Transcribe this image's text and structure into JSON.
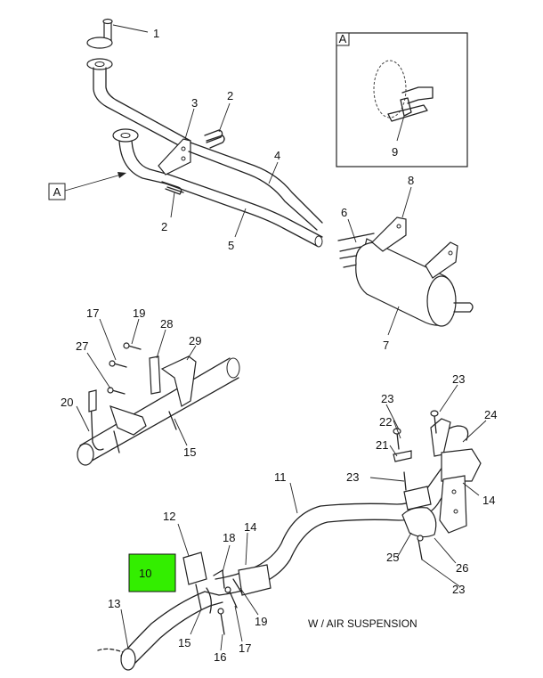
{
  "callouts": [
    {
      "id": "c1",
      "text": "1"
    },
    {
      "id": "c2a",
      "text": "2"
    },
    {
      "id": "c2b",
      "text": "2"
    },
    {
      "id": "c3",
      "text": "3"
    },
    {
      "id": "c4",
      "text": "4"
    },
    {
      "id": "c5",
      "text": "5"
    },
    {
      "id": "c6",
      "text": "6"
    },
    {
      "id": "c7",
      "text": "7"
    },
    {
      "id": "c8",
      "text": "8"
    },
    {
      "id": "c9",
      "text": "9"
    },
    {
      "id": "c10",
      "text": "10"
    },
    {
      "id": "c11",
      "text": "11"
    },
    {
      "id": "c12",
      "text": "12"
    },
    {
      "id": "c13",
      "text": "13"
    },
    {
      "id": "c14a",
      "text": "14"
    },
    {
      "id": "c14b",
      "text": "14"
    },
    {
      "id": "c15a",
      "text": "15"
    },
    {
      "id": "c15b",
      "text": "15"
    },
    {
      "id": "c16",
      "text": "16"
    },
    {
      "id": "c17a",
      "text": "17"
    },
    {
      "id": "c17b",
      "text": "17"
    },
    {
      "id": "c18",
      "text": "18"
    },
    {
      "id": "c19a",
      "text": "19"
    },
    {
      "id": "c19b",
      "text": "19"
    },
    {
      "id": "c20",
      "text": "20"
    },
    {
      "id": "c21",
      "text": "21"
    },
    {
      "id": "c22",
      "text": "22"
    },
    {
      "id": "c23a",
      "text": "23"
    },
    {
      "id": "c23b",
      "text": "23"
    },
    {
      "id": "c23c",
      "text": "23"
    },
    {
      "id": "c23d",
      "text": "23"
    },
    {
      "id": "c24",
      "text": "24"
    },
    {
      "id": "c25",
      "text": "25"
    },
    {
      "id": "c26",
      "text": "26"
    },
    {
      "id": "c27",
      "text": "27"
    },
    {
      "id": "c28",
      "text": "28"
    },
    {
      "id": "c29",
      "text": "29"
    }
  ],
  "view_marker": {
    "text": "A"
  },
  "detail_box": {
    "label": "A"
  },
  "caption": "W / AIR SUSPENSION",
  "highlight": {
    "part": "10",
    "color": "#33ee00"
  }
}
